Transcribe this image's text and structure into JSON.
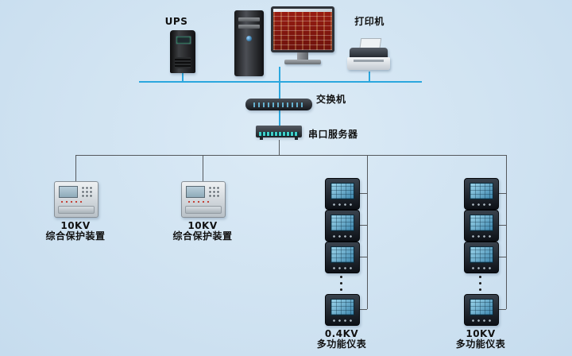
{
  "colors": {
    "bg1": "#dcebf6",
    "bg2": "#c6dcee",
    "bus": "#2ba7de",
    "wire": "#55595d",
    "label": "#111111"
  },
  "labels": {
    "ups": "UPS",
    "printer": "打印机",
    "switch": "交换机",
    "serial_server": "串口服务器",
    "protection_1": {
      "line1": "10KV",
      "line2": "综合保护装置"
    },
    "protection_2": {
      "line1": "10KV",
      "line2": "综合保护装置"
    },
    "meter_column_left": {
      "line1": "0.4KV",
      "line2": "多功能仪表"
    },
    "meter_column_right": {
      "line1": "10KV",
      "line2": "多功能仪表"
    }
  }
}
